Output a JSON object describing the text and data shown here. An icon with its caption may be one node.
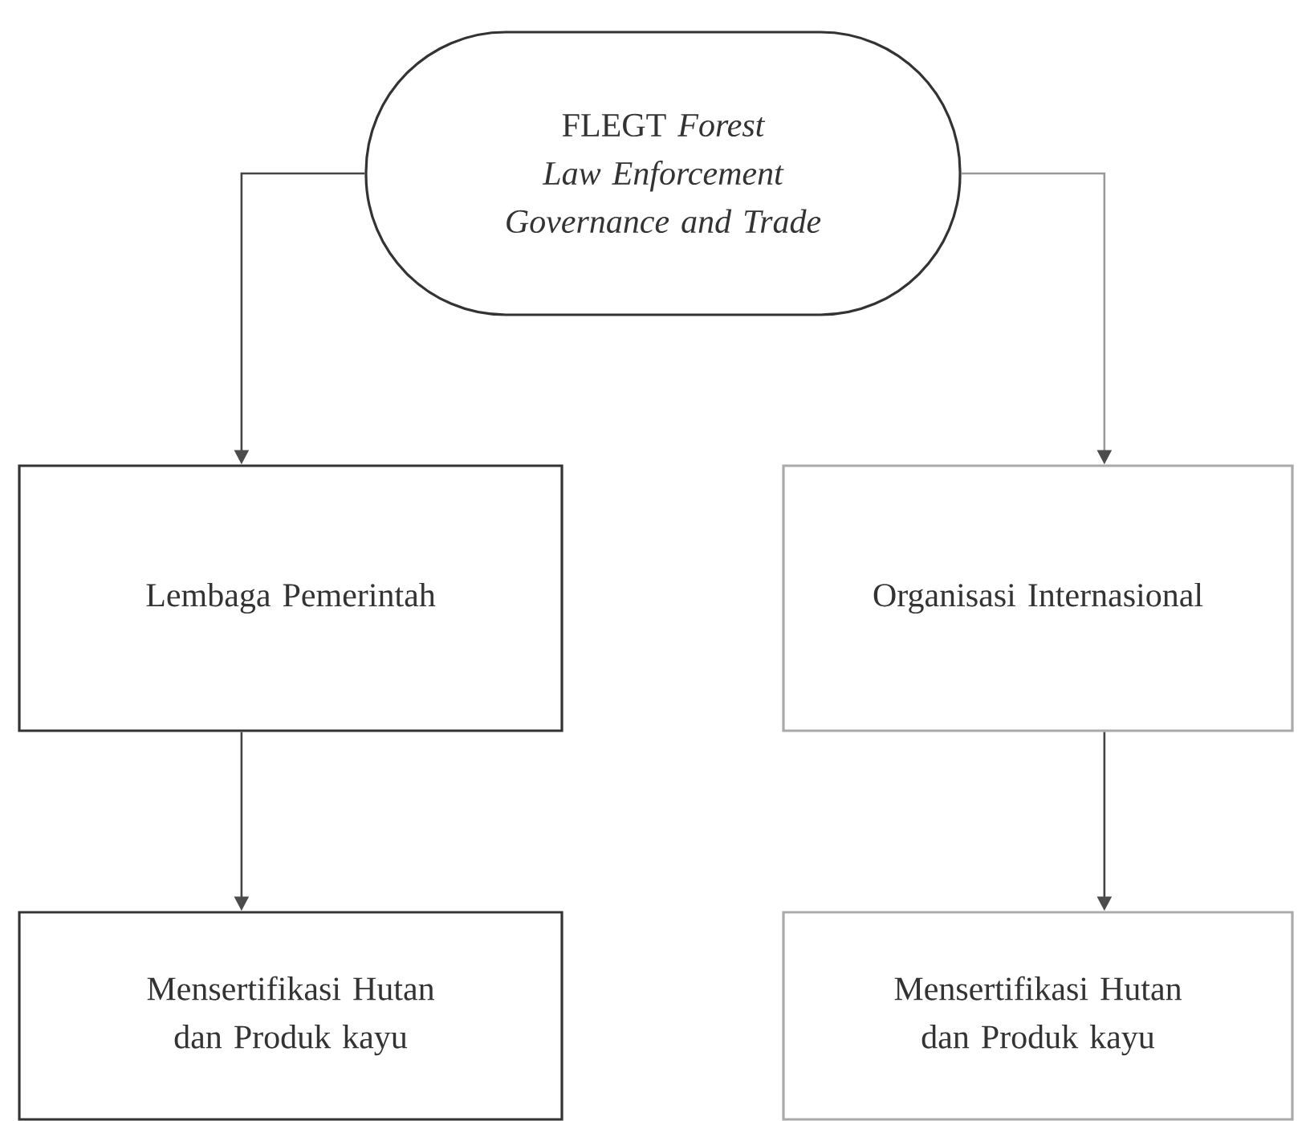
{
  "diagram": {
    "nodes": [
      {
        "text": [
          "FLEGT *Forest Law Enforcement Governance and Trade*"
        ]
      },
      {
        "text": [
          "Lembaga Pemerintah"
        ]
      },
      {
        "text": [
          "Organisasi Internasional"
        ]
      },
      {
        "text": [
          "Mensertifikasi Hutan dan Produk kayu"
        ]
      },
      {
        "text": [
          "Mensertifikasi Hutan dan Produk kayu"
        ]
      }
    ],
    "edges": [
      {
        "from": 0,
        "to": 1,
        "arrow": "to"
      },
      {
        "from": 0,
        "to": 2,
        "arrow": "to",
        "color": "#9a9a9a"
      },
      {
        "from": 1,
        "to": 3,
        "arrow": "to"
      },
      {
        "from": 2,
        "to": 4,
        "arrow": "to"
      }
    ]
  }
}
